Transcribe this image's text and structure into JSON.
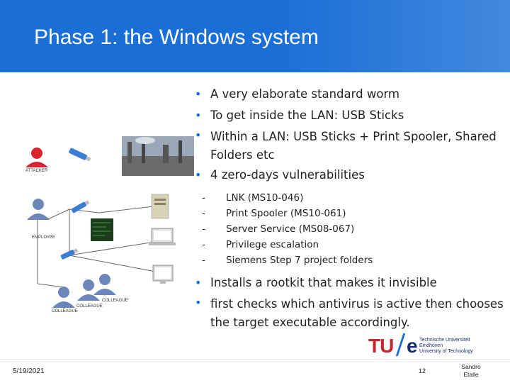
{
  "slide": {
    "title": "Phase 1: the Windows system",
    "bullets_top": [
      "A very elaborate standard worm",
      "To get inside the LAN: USB Sticks",
      "Within a LAN: USB Sticks + Print Spooler, Shared Folders etc",
      "4 zero-days vulnerabilities"
    ],
    "sub_bullets": [
      "LNK (MS10-046)",
      "Print Spooler (MS10-061)",
      "Server Service (MS08-067)",
      "Privilege escalation",
      "Siemens Step 7 project folders"
    ],
    "bullets_bottom": [
      "Installs a rootkit that makes it invisible",
      "first checks which antivirus is active then chooses the target executable accordingly."
    ],
    "bullet_glyph": "•",
    "sub_glyph": "-"
  },
  "diagram": {
    "labels": {
      "attacker": "ATTACKER",
      "employee": "EMPLOYEE",
      "colleague_1": "COLLEAGUE",
      "colleague_2": "COLLEAGUE",
      "colleague_3": "COLLEAGUE"
    },
    "icons": [
      "attacker-person-icon",
      "usb-stick-icon",
      "factory-photo",
      "employee-person-icon",
      "server-tower-icon",
      "laptop-icon",
      "monitor-icon",
      "colleague-person-icon",
      "code-screen-icon"
    ],
    "colors": {
      "attacker": "#d8262e",
      "person": "#6b86b8",
      "usb": "#3c7ed6",
      "line": "#555555"
    }
  },
  "footer": {
    "date": "5/19/2021",
    "page": "12",
    "author_line1": "Sandro",
    "author_line2": "Etalle"
  },
  "logo": {
    "tu": "TU",
    "e": "e",
    "line1": "Technische Universiteit",
    "line2": "Eindhoven",
    "line3": "University of Technology"
  },
  "colors": {
    "header": "#1a6fd6",
    "accent": "#1a6fd6",
    "logo_red": "#c3262f",
    "logo_navy": "#1a2e6f"
  }
}
